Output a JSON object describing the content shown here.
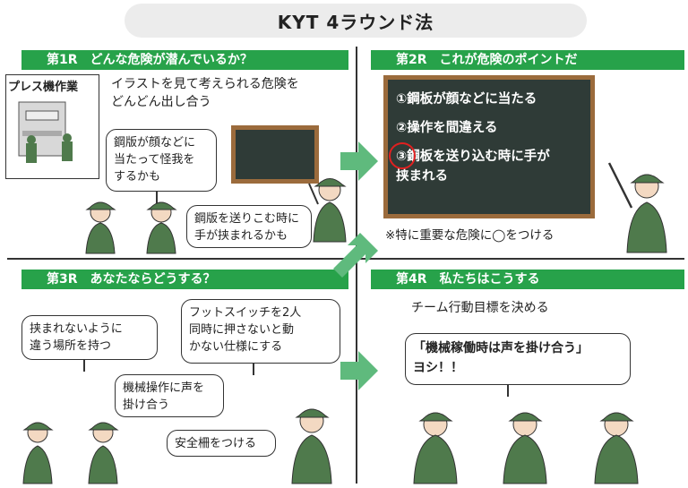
{
  "title": "KYT 4ラウンド法",
  "rounds": [
    {
      "header": "第1R　どんな危険が潜んでいるか？"
    },
    {
      "header": "第2R　これが危険のポイントだ"
    },
    {
      "header": "第3R　あなたならどうする？"
    },
    {
      "header": "第4R　私たちはこうする"
    }
  ],
  "r1": {
    "label": "プレス機作業",
    "instruction": "イラストを見て考えられる危険を\nどんどん出し合う",
    "bubble1": "鋼版が顔などに\n当たって怪我を\nするかも",
    "bubble2": "鋼版を送りこむ時に\n手が挟まれるかも"
  },
  "r2": {
    "item1": "①鋼板が顔などに当たる",
    "item2": "②操作を間違える",
    "item3": "③鋼板を送り込む時に手が\n挟まれる",
    "note": "※特に重要な危険に◯をつける"
  },
  "r3": {
    "bubble1": "挟まれないように\n違う場所を持つ",
    "bubble2": "フットスイッチを2人\n同時に押さないと動\nかない仕様にする",
    "bubble3": "機械操作に声を\n掛け合う",
    "bubble4": "安全柵をつける"
  },
  "r4": {
    "instruction": "チーム行動目標を決める",
    "goal": "「機械稼働時は声を掛け合う」\nヨシ！！"
  },
  "colors": {
    "header_green": "#27a24a",
    "arrow_green": "#5fba7d",
    "board": "#2f3b37",
    "frame": "#9b6b3c",
    "worker": "#4f7a4c",
    "circle": "#e02020"
  }
}
